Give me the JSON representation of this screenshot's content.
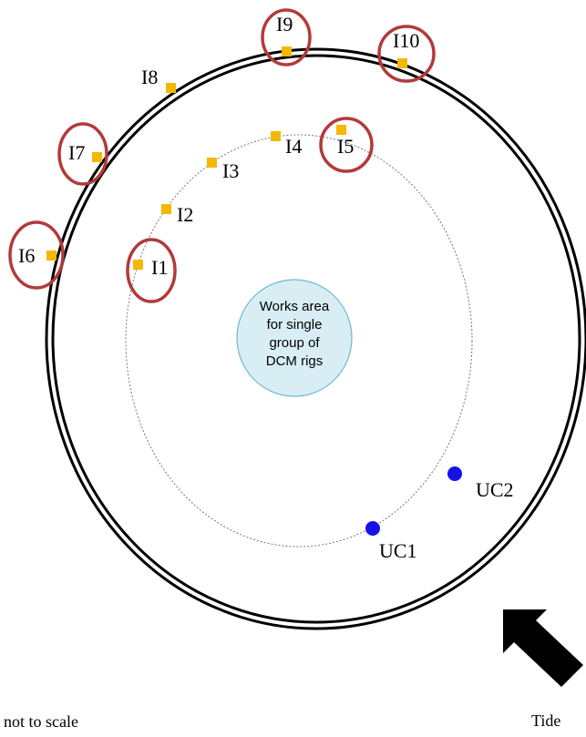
{
  "colors": {
    "instrument": "#f5b800",
    "uc_point": "#1313e6",
    "highlight_circle": "#b23a3a",
    "works_area_fill": "#d8eef4",
    "works_area_stroke": "#6fb8cf",
    "outline": "#000000"
  },
  "works_area": {
    "lines": [
      "Works area",
      "for single",
      "group of",
      "DCM rigs"
    ]
  },
  "instruments": [
    {
      "id": "I1",
      "highlighted": true
    },
    {
      "id": "I2",
      "highlighted": false
    },
    {
      "id": "I3",
      "highlighted": false
    },
    {
      "id": "I4",
      "highlighted": false
    },
    {
      "id": "I5",
      "highlighted": true
    },
    {
      "id": "I6",
      "highlighted": true
    },
    {
      "id": "I7",
      "highlighted": true
    },
    {
      "id": "I8",
      "highlighted": false
    },
    {
      "id": "I9",
      "highlighted": true
    },
    {
      "id": "I10",
      "highlighted": true
    }
  ],
  "uc_points": [
    {
      "id": "UC1"
    },
    {
      "id": "UC2"
    }
  ],
  "note": "not to scale",
  "tide": {
    "label": "Tide",
    "icon": "arrow-icon"
  }
}
